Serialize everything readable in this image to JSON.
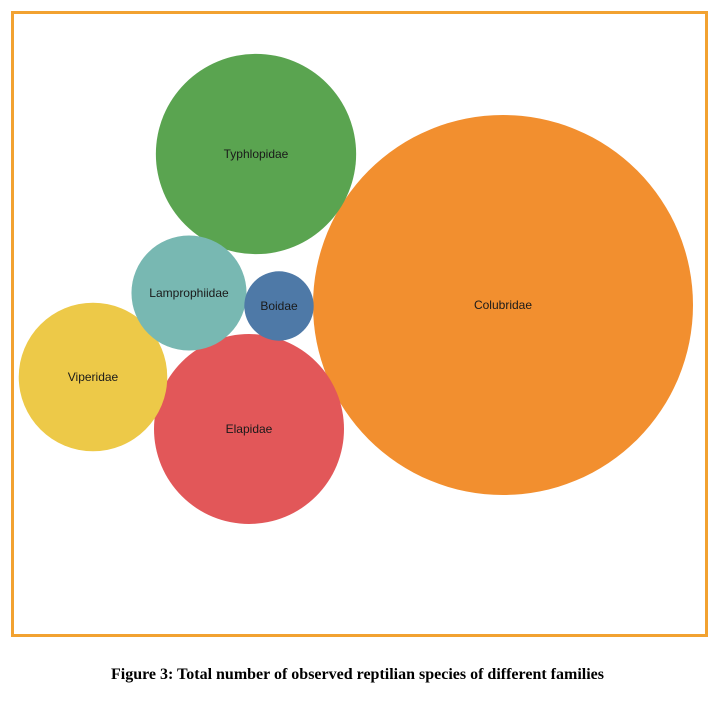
{
  "caption": "Figure 3: Total number of observed reptilian species of different families",
  "chart_data": {
    "type": "bubble",
    "title": "",
    "legend": "none",
    "bubbles": [
      {
        "label": "Colubridae",
        "value": 36,
        "color": "#f28f2f"
      },
      {
        "label": "Typhlopidae",
        "value": 10,
        "color": "#5aa450"
      },
      {
        "label": "Elapidae",
        "value": 9,
        "color": "#e25759"
      },
      {
        "label": "Viperidae",
        "value": 5.5,
        "color": "#edc948"
      },
      {
        "label": "Lamprophiidae",
        "value": 3.3,
        "color": "#78b8b2"
      },
      {
        "label": "Boidae",
        "value": 1.2,
        "color": "#4e79a7"
      }
    ]
  }
}
